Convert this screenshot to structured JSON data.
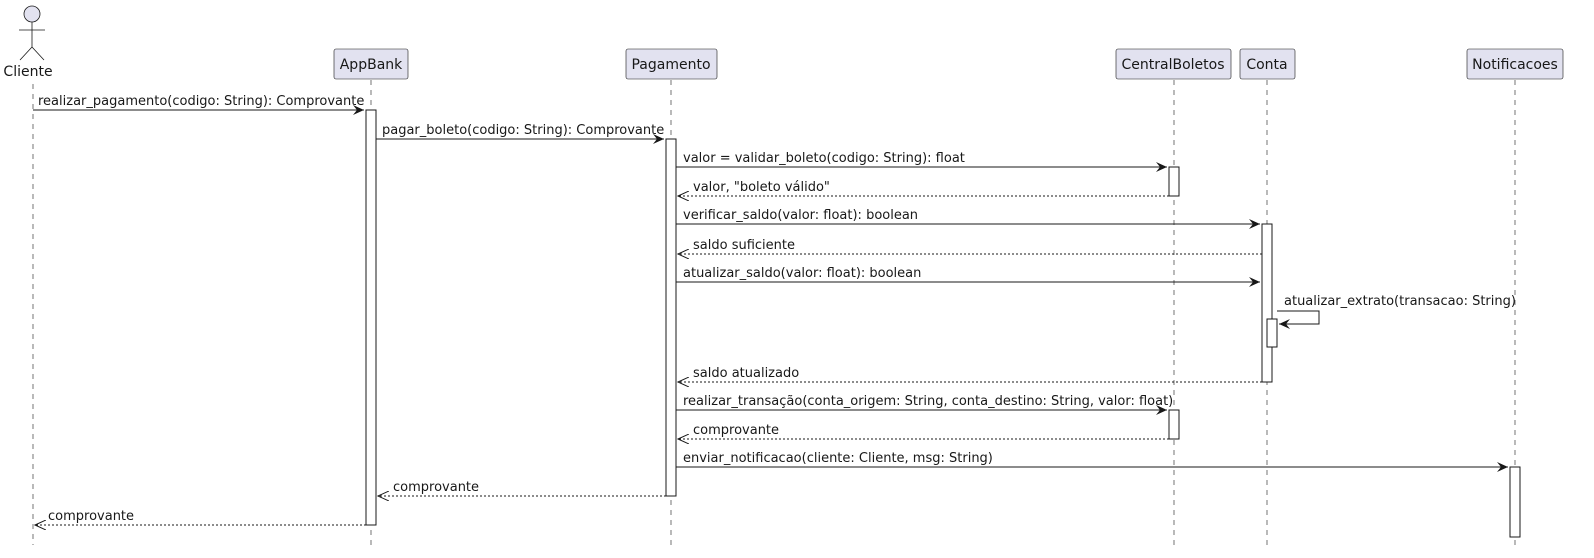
{
  "participants": [
    {
      "id": "cliente",
      "label": "Cliente",
      "kind": "actor"
    },
    {
      "id": "appbank",
      "label": "AppBank",
      "kind": "participant"
    },
    {
      "id": "pagamento",
      "label": "Pagamento",
      "kind": "participant"
    },
    {
      "id": "centralboletos",
      "label": "CentralBoletos",
      "kind": "participant"
    },
    {
      "id": "conta",
      "label": "Conta",
      "kind": "participant"
    },
    {
      "id": "notificacoes",
      "label": "Notificacoes",
      "kind": "participant"
    }
  ],
  "messages": [
    {
      "from": "cliente",
      "to": "appbank",
      "label": "realizar_pagamento(codigo: String): Comprovante",
      "type": "sync"
    },
    {
      "from": "appbank",
      "to": "pagamento",
      "label": "pagar_boleto(codigo: String): Comprovante",
      "type": "sync"
    },
    {
      "from": "pagamento",
      "to": "centralboletos",
      "label": "valor = validar_boleto(codigo: String): float",
      "type": "sync"
    },
    {
      "from": "centralboletos",
      "to": "pagamento",
      "label": "valor, \"boleto válido\"",
      "type": "return"
    },
    {
      "from": "pagamento",
      "to": "conta",
      "label": "verificar_saldo(valor: float): boolean",
      "type": "sync"
    },
    {
      "from": "conta",
      "to": "pagamento",
      "label": "saldo suficiente",
      "type": "return"
    },
    {
      "from": "pagamento",
      "to": "conta",
      "label": "atualizar_saldo(valor: float): boolean",
      "type": "sync"
    },
    {
      "from": "conta",
      "to": "conta",
      "label": "atualizar_extrato(transacao: String)",
      "type": "self"
    },
    {
      "from": "conta",
      "to": "pagamento",
      "label": "saldo atualizado",
      "type": "return"
    },
    {
      "from": "pagamento",
      "to": "centralboletos",
      "label": "realizar_transação(conta_origem: String, conta_destino: String, valor: float)",
      "type": "sync"
    },
    {
      "from": "centralboletos",
      "to": "pagamento",
      "label": "comprovante",
      "type": "return"
    },
    {
      "from": "pagamento",
      "to": "notificacoes",
      "label": "enviar_notificacao(cliente: Cliente, msg: String)",
      "type": "sync"
    },
    {
      "from": "pagamento",
      "to": "appbank",
      "label": "comprovante",
      "type": "return"
    },
    {
      "from": "appbank",
      "to": "cliente",
      "label": "comprovante",
      "type": "return"
    }
  ],
  "colors": {
    "participant_fill": "#E2E2F0",
    "line": "#181818",
    "activation_fill": "#FFFFFF"
  }
}
